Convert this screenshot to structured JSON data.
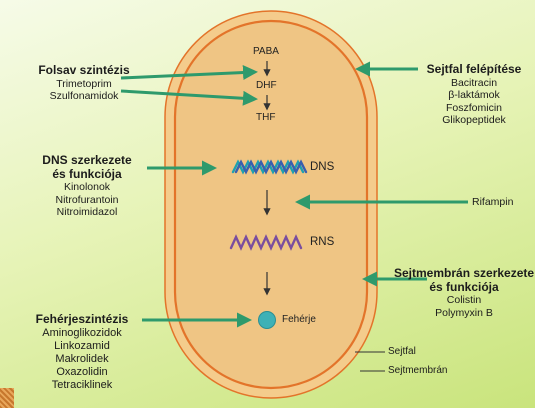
{
  "colors": {
    "arrow_green": "#2e9a6c",
    "cell_fill": "#f0c98a",
    "cell_wall": "#f4cc8c",
    "membrane": "#e3742a",
    "dna_1": "#1fa1b0",
    "dna_2": "#3a5fae",
    "rna": "#7a4e9e",
    "protein": "#3eb1b6"
  },
  "pathway": {
    "paba": "PABA",
    "dhf": "DHF",
    "thf": "THF",
    "dns": "DNS",
    "rns": "RNS",
    "protein": "Fehérje"
  },
  "groups": {
    "folsav": {
      "title": "Folsav szintézis",
      "items": [
        "Trimetoprim",
        "Szulfonamidok"
      ]
    },
    "dns": {
      "title": [
        "DNS szerkezete",
        "és funkciója"
      ],
      "items": [
        "Kinolonok",
        "Nitrofurantoin",
        "Nitroimidazol"
      ]
    },
    "feherje": {
      "title": "Fehérjeszintézis",
      "items": [
        "Aminoglikozidok",
        "Linkozamid",
        "Makrolidek",
        "Oxazolidin",
        "Tetraciklinek"
      ]
    },
    "sejtfal": {
      "title": "Sejtfal felépítése",
      "items": [
        "Bacitracin",
        "β-laktámok",
        "Foszfomicin",
        "Glikopeptidek"
      ]
    },
    "rifampin": {
      "label": "Rifampin"
    },
    "membran": {
      "title": [
        "Sejtmembrán szerkezete",
        "és funkciója"
      ],
      "items": [
        "Colistin",
        "Polymyxin B"
      ]
    }
  },
  "callouts": {
    "sejtfal": "Sejtfal",
    "sejtmembran": "Sejtmembrán"
  }
}
